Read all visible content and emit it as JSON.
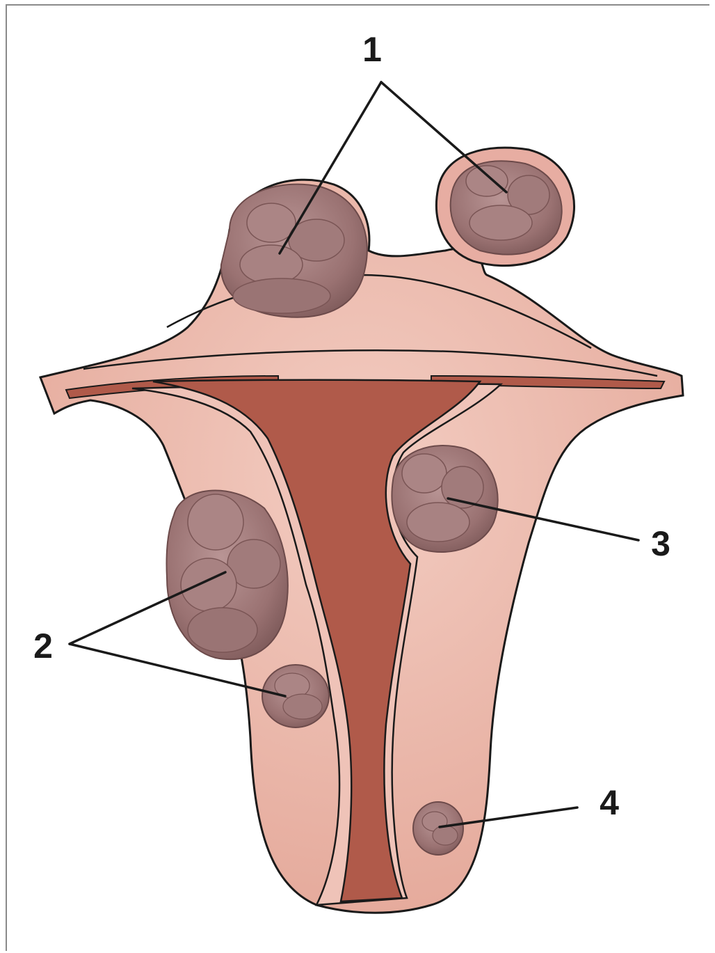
{
  "labels": {
    "l1": "1",
    "l2": "2",
    "l3": "3",
    "l4": "4"
  },
  "colors": {
    "tissue": "#e7ada2",
    "tissue_light": "#f1c8bd",
    "cavity": "#b05a4a",
    "fibroid": "#9c7474",
    "fibroid_light": "#b89090",
    "outline": "#1a1a1a"
  }
}
